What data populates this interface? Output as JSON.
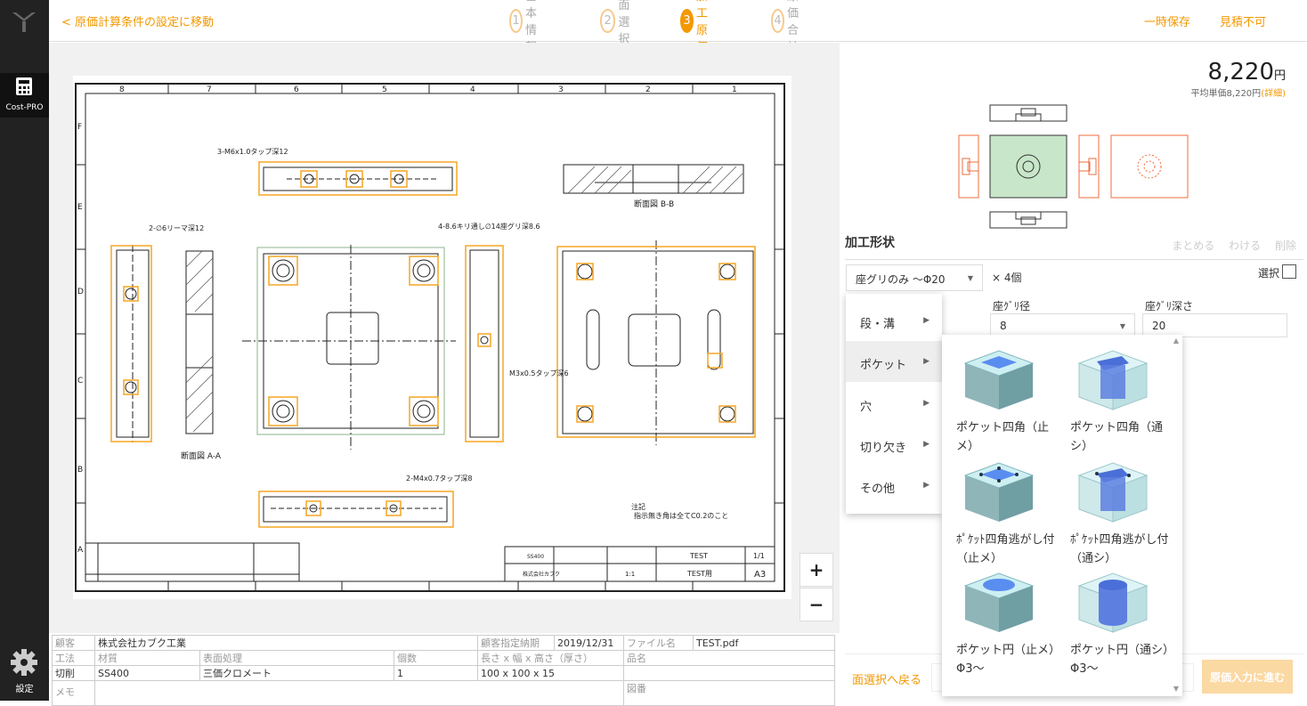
{
  "sidebar": {
    "nav_label": "Cost-PRO",
    "settings_label": "設定"
  },
  "topbar": {
    "back_link": "< 原価計算条件の設定に移動",
    "steps": [
      {
        "num": "1",
        "label": "基本情報"
      },
      {
        "num": "2",
        "label": "面選択"
      },
      {
        "num": "3",
        "label": "加工原価"
      },
      {
        "num": "4",
        "label": "原価合計"
      }
    ],
    "save_label": "一時保存",
    "unestimable_label": "見積不可"
  },
  "drawing": {
    "section_aa": "断面図 A-A",
    "section_bb": "断面図 B-B",
    "note1": "注記",
    "note2": "指示無き角は全てC0.2のこと",
    "callout_top": "3-M6x1.0タップ深12",
    "callout_left": "2-∅6リーマ深12",
    "callout_mid": "4-8.6キリ通し∅14座グリ深8.6",
    "callout_m3": "M3x0.5タップ深6",
    "callout_bottom": "2-M4x0.7タップ深8",
    "title_material": "SS400",
    "title_company": "株式会社カブク",
    "title_scale": "1:1",
    "title_name": "TEST",
    "title_drawing": "TEST用",
    "title_sheet": "A3",
    "title_page": "1/1",
    "column_labels": [
      "8",
      "7",
      "6",
      "5",
      "4",
      "3",
      "2",
      "1"
    ],
    "row_labels": [
      "F",
      "E",
      "D",
      "C",
      "B",
      "A"
    ]
  },
  "zoom": {
    "plus": "+",
    "minus": "−"
  },
  "info": {
    "customer_lbl": "顧客",
    "customer": "株式会社カブク工業",
    "due_lbl": "顧客指定納期",
    "due": "2019/12/31",
    "file_lbl": "ファイル名",
    "file": "TEST.pdf",
    "method_lbl": "工法",
    "material_lbl": "材質",
    "surface_lbl": "表面処理",
    "count_lbl": "個数",
    "size_lbl": "長さ x 幅 x 高さ（厚さ）",
    "part_lbl": "品名",
    "method": "切削",
    "material": "SS400",
    "surface": "三価クロメート",
    "count": "1",
    "size": "100 x 100 x 15",
    "memo_lbl": "メモ",
    "drawno_lbl": "図番"
  },
  "right": {
    "price": "8,220",
    "yen": "円",
    "avg": "平均単価8,220円",
    "detail": "(詳細)",
    "shape_title": "加工形状",
    "actions": [
      "まとめる",
      "わける",
      "削除"
    ],
    "selected_shape": "座グリのみ 〜Φ20",
    "qty": "× 4個",
    "select_label": "選択",
    "field1_label": "座ｸﾞﾘ径",
    "field1_value": "8",
    "field2_label": "座ｸﾞﾘ深さ",
    "field2_value": "20",
    "back_button": "面選択へ戻る",
    "next_button": "原価入力に進む"
  },
  "menu": {
    "items": [
      "段・溝",
      "ポケット",
      "穴",
      "切り欠き",
      "その他"
    ]
  },
  "submenu": {
    "items": [
      "ポケット四角（止メ）",
      "ポケット四角（通シ）",
      "ﾎﾟｹｯﾄ四角逃がし付（止メ）",
      "ﾎﾟｹｯﾄ四角逃がし付（通シ）",
      "ポケット円（止メ）Φ3〜",
      "ポケット円（通シ）Φ3〜"
    ]
  },
  "colors": {
    "accent": "#f39800",
    "sidebar": "#222222",
    "highlight": "#f5a623",
    "view_face": "#c8e6c9",
    "view_edge": "#ef6c3c"
  }
}
